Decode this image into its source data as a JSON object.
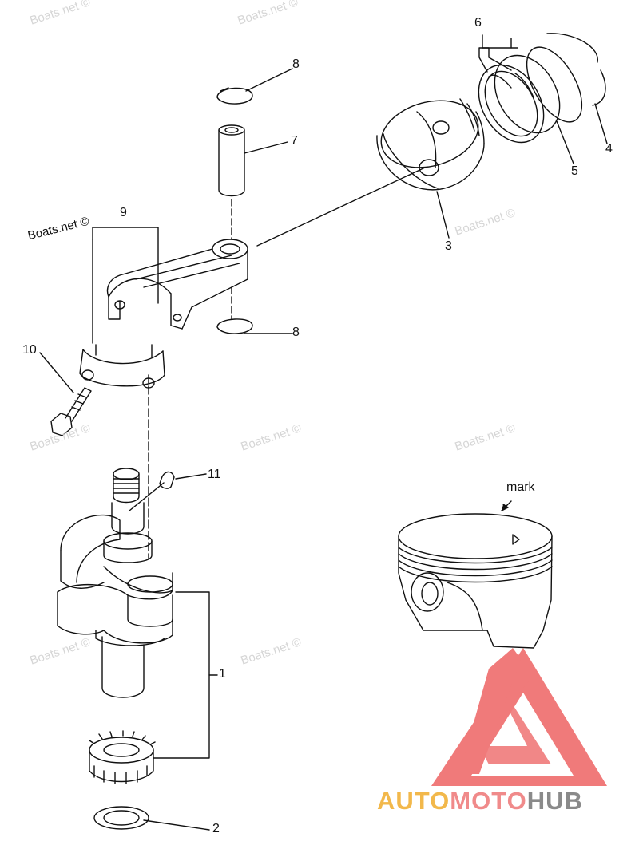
{
  "credit": "Boats.net ©",
  "watermarks": [
    "Boats.net ©",
    "Boats.net ©",
    "Boats.net ©",
    "Boats.net ©",
    "Boats.net ©",
    "Boats.net ©",
    "Boats.net ©",
    "Boats.net ©"
  ],
  "callouts": {
    "c1": "1",
    "c2": "2",
    "c3": "3",
    "c4": "4",
    "c5": "5",
    "c6": "6",
    "c7": "7",
    "c8a": "8",
    "c8b": "8",
    "c9": "9",
    "c10": "10",
    "c11": "11"
  },
  "mark_label": "mark",
  "brand": {
    "part1": "AUTO",
    "part2": "MOTO",
    "part3": "HUB"
  },
  "colors": {
    "logo_red": "#f07a7a",
    "logo_gold": "#f2b84b",
    "logo_grey": "#8a8a8a",
    "line": "#111111"
  }
}
